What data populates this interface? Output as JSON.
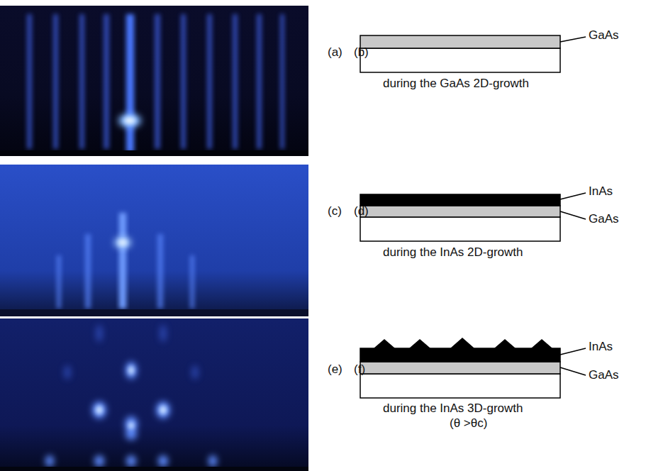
{
  "diagram": {
    "labels": [
      "(a)",
      "(b)",
      "GaAs",
      "during the GaAs 2D-growth",
      "(c)",
      "(d)",
      "InAs",
      "GaAs",
      "during the InAs 2D-growth",
      "(e)",
      "(f)",
      "InAs",
      "GaAs",
      "during the InAs 3D-growth",
      "(θ >θc)"
    ]
  }
}
